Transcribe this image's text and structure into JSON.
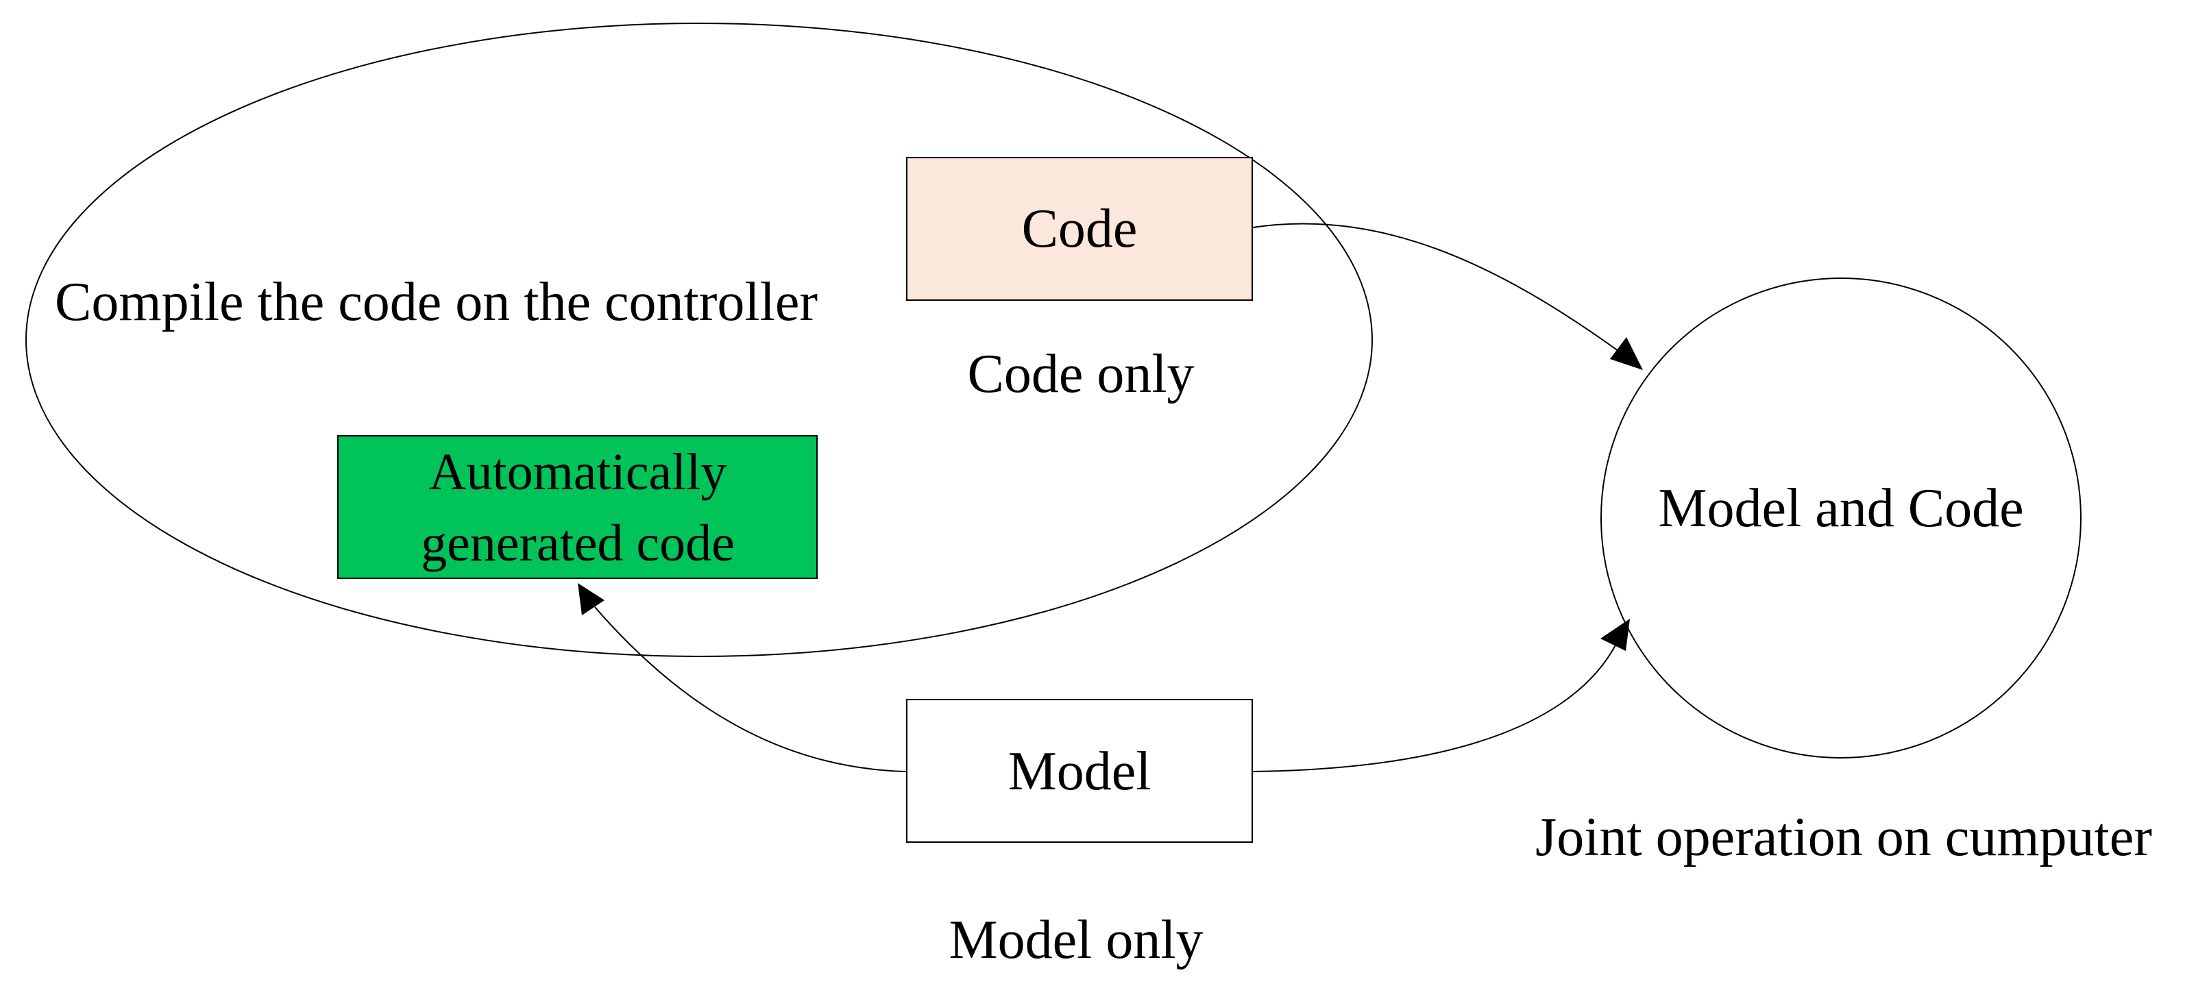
{
  "nodes": {
    "controller_region": {
      "label": "Compile the code on the controller"
    },
    "code": {
      "label": "Code",
      "caption": "Code only",
      "fill": "#fbe7db"
    },
    "auto_code": {
      "label_line1": "Automatically",
      "label_line2": "generated code",
      "fill": "#00c45a"
    },
    "model": {
      "label": "Model",
      "caption": "Model only",
      "fill": "#ffffff"
    },
    "joint": {
      "label": "Model and Code",
      "caption": "Joint operation on cumputer"
    }
  },
  "edges": [
    {
      "from": "code",
      "to": "joint"
    },
    {
      "from": "model",
      "to": "joint"
    },
    {
      "from": "model",
      "to": "auto_code"
    }
  ]
}
